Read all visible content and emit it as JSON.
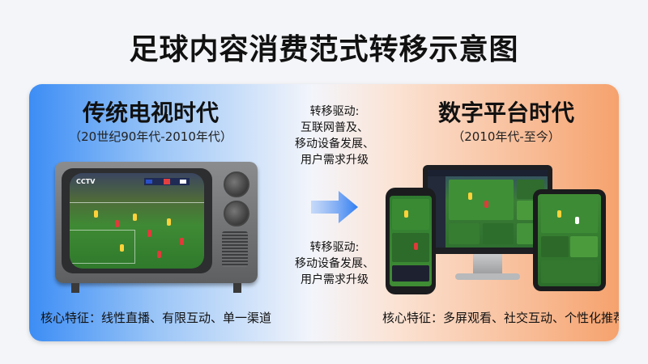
{
  "title": "足球内容消费范式转移示意图",
  "left": {
    "title": "传统电视时代",
    "subtitle": "（20世纪90年代-2010年代）",
    "features": "核心特征：线性直播、有限互动、单一渠道"
  },
  "right": {
    "title": "数字平台时代",
    "subtitle": "（2010年代-至今）",
    "features": "核心特征：多屏观看、社交互动、个性化推荐"
  },
  "drivers": {
    "top": [
      "转移驱动:",
      "互联网普及、",
      "移动设备发展、",
      "用户需求升级"
    ],
    "bottom": [
      "转移驱动:",
      "移动设备发展、",
      "用户需求升级"
    ]
  },
  "tv": {
    "logo": "CCTV"
  },
  "colors": {
    "left_accent": "#3c8df5",
    "right_accent": "#f6a26d",
    "arrow": "#2f7df3"
  }
}
